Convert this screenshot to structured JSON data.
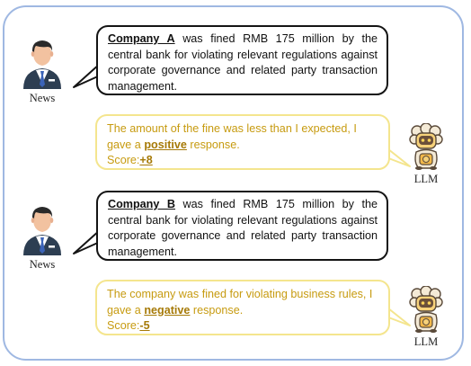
{
  "panels": [
    {
      "news": {
        "company": "Company A",
        "text": " was fined RMB 175 million by the central bank for violating relevant regulations against corporate governance and related party transaction management.",
        "label": "News"
      },
      "llm": {
        "text_before": "The amount of the fine was less than I expected, I gave a ",
        "sentiment": "positive",
        "text_after": " response.",
        "score_label": "Score:",
        "score": "+8",
        "label": "LLM"
      }
    },
    {
      "news": {
        "company": "Company B",
        "text": " was fined RMB 175 million by the central bank for violating relevant regulations against corporate governance and related party transaction management.",
        "label": "News"
      },
      "llm": {
        "text_before": "The company was fined for violating business rules, I gave a ",
        "sentiment": "negative",
        "text_after": " response.",
        "score_label": "Score:",
        "score": "-5",
        "label": "LLM"
      }
    }
  ],
  "colors": {
    "frame": "#9fb8e2",
    "news_border": "#141414",
    "llm_border": "#f4e58e",
    "llm_text": "#c79b10"
  },
  "icons": [
    "businessman-icon",
    "robot-sheep-icon"
  ]
}
